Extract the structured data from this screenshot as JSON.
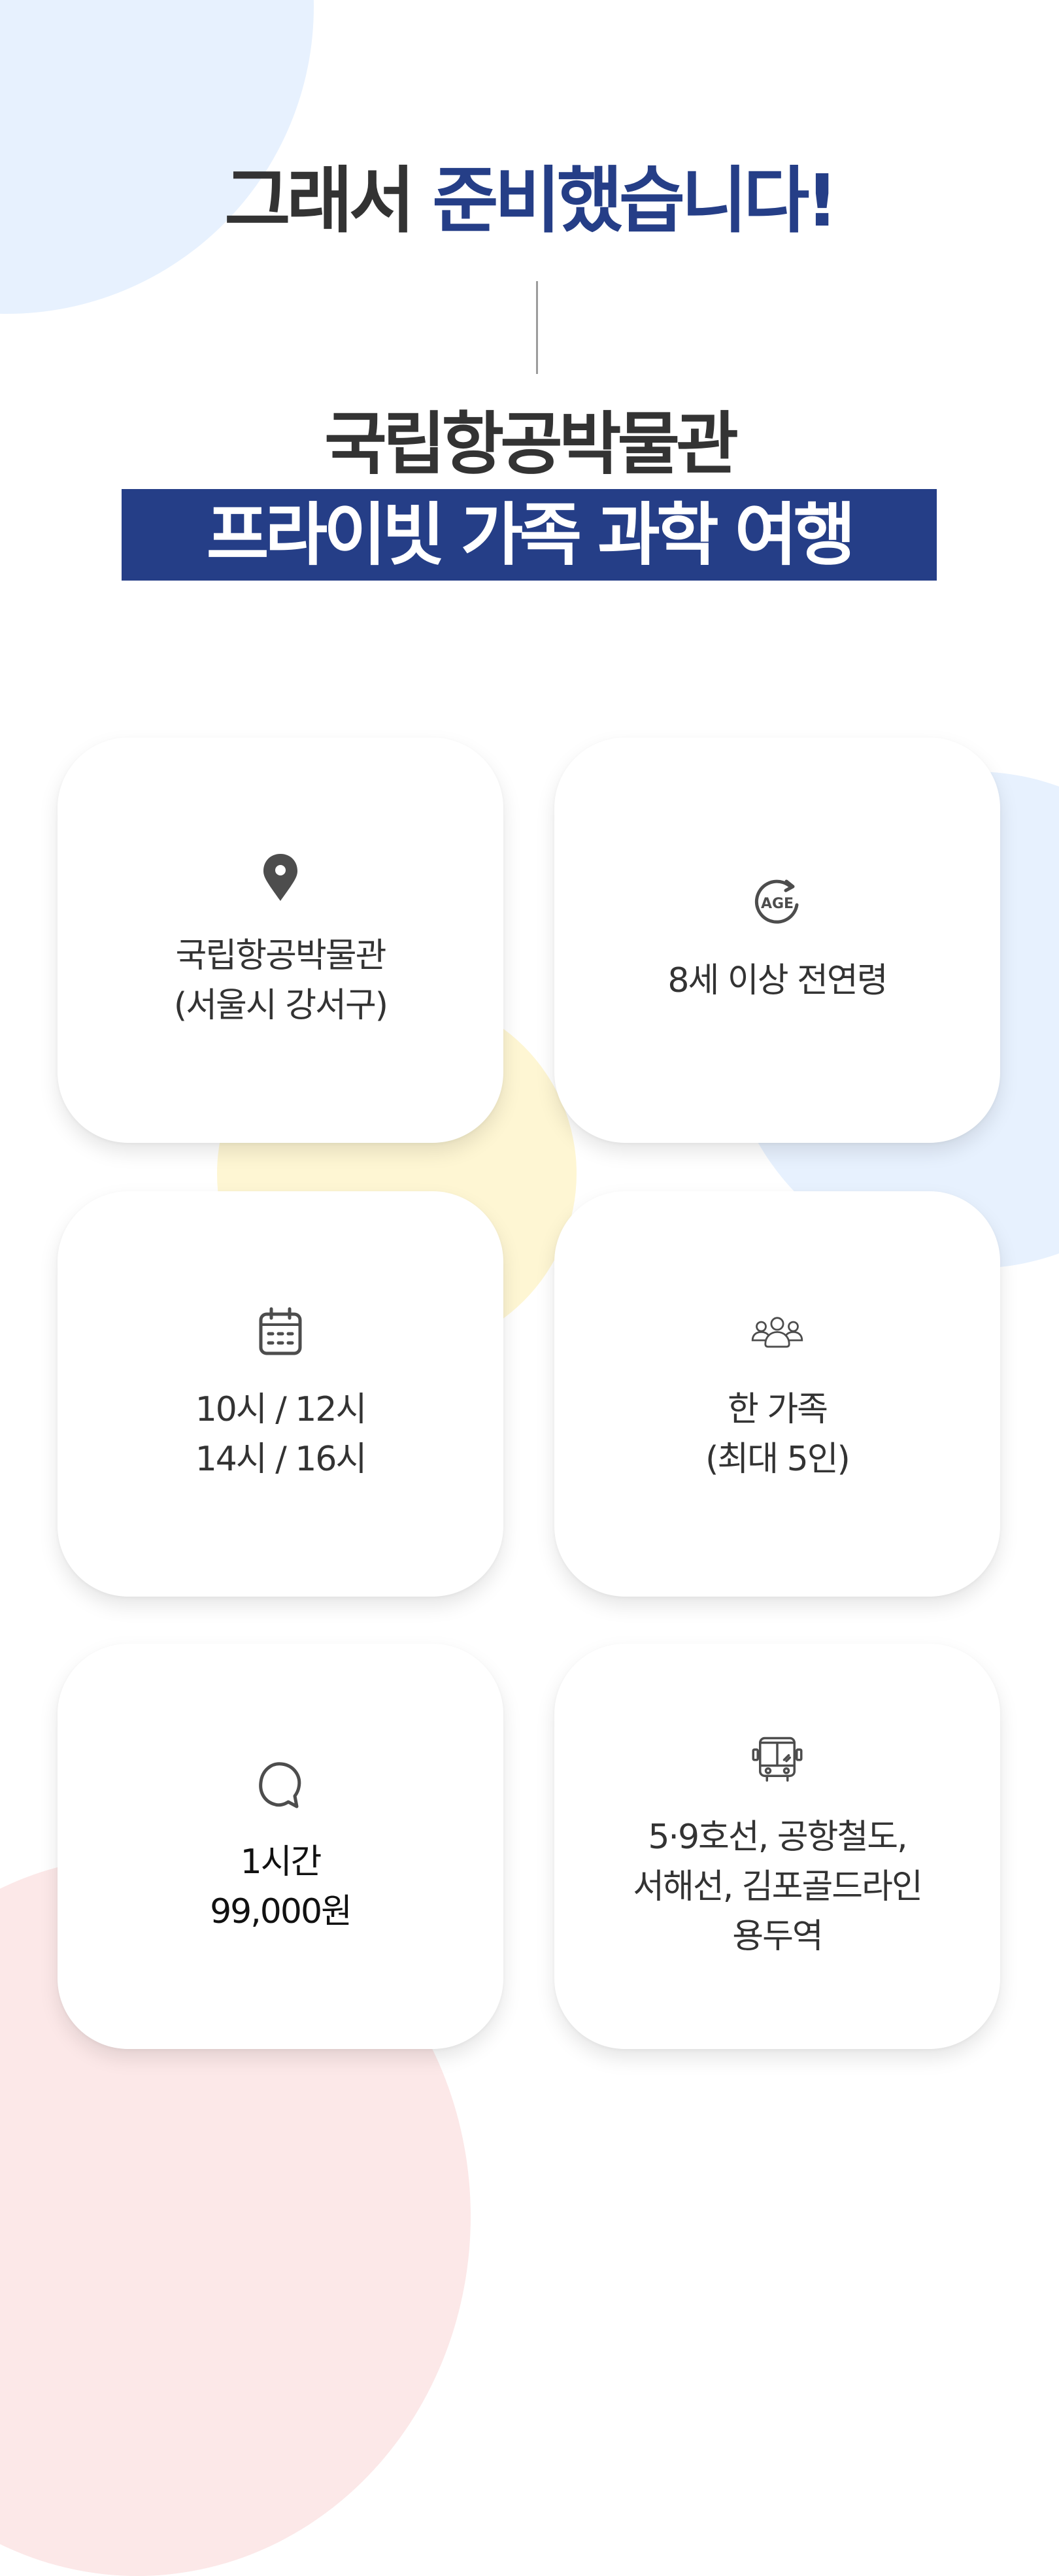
{
  "header": {
    "heading_prefix": "그래서",
    "heading_accent": "준비했습니다!",
    "subtitle": "국립항공박물관",
    "band_title": "프라이빗 가족 과학 여행"
  },
  "colors": {
    "accent": "#253e87",
    "text": "#333333",
    "bg_blue": "#e7f1fe",
    "bg_yellow": "#fef6d3",
    "bg_pink": "#fce8e8"
  },
  "cards": [
    {
      "icon": "location-pin-icon",
      "lines": [
        "국립항공박물관",
        "(서울시 강서구)"
      ]
    },
    {
      "icon": "age-icon",
      "icon_text": "AGE",
      "lines": [
        "8세 이상 전연령"
      ]
    },
    {
      "icon": "calendar-icon",
      "lines": [
        "10시 / 12시",
        "14시 / 16시"
      ]
    },
    {
      "icon": "people-group-icon",
      "lines": [
        "한 가족",
        "(최대 5인)"
      ]
    },
    {
      "icon": "chat-bubble-icon",
      "lines": [
        "1시간",
        "99,000원"
      ]
    },
    {
      "icon": "bus-icon",
      "lines": [
        "5·9호선, 공항철도,",
        "서해선, 김포골드라인",
        "용두역"
      ]
    }
  ]
}
